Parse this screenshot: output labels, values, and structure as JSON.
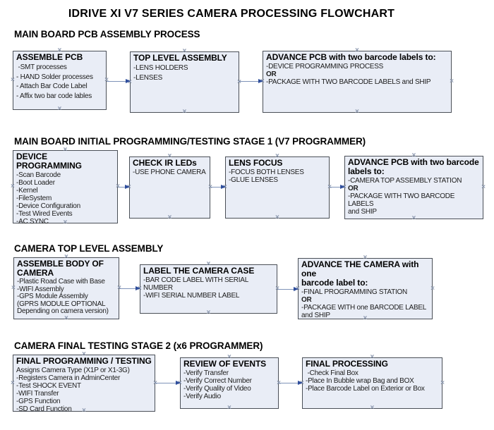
{
  "page": {
    "title": "IDRIVE XI V7 SERIES CAMERA PROCESSING FLOWCHART"
  },
  "icons": {
    "connection_point": "×",
    "arrowhead": "right-arrow-triangle"
  },
  "colors": {
    "box_fill": "#e9edf6",
    "box_border": "#4a4f57",
    "arrow_line": "#7f93b8",
    "arrow_head": "#2e4d9b",
    "handle": "#8d99af",
    "text": "#1c1c1c"
  },
  "sections": [
    {
      "heading": "MAIN BOARD PCB ASSEMBLY PROCESS",
      "boxes": [
        {
          "title": "ASSEMBLE PCB",
          "items": [
            {
              "text": " -SMT processes"
            },
            {
              "text": "- HAND Solder processes"
            },
            {
              "text": "- Attach Bar Code Label"
            },
            {
              "text": "- Affix two bar code lables"
            }
          ]
        },
        {
          "title": "TOP LEVEL ASSEMBLY",
          "items": [
            {
              "text": "-LENS HOLDERS"
            },
            {
              "text": "-LENSES"
            }
          ]
        },
        {
          "title": "ADVANCE PCB with two barcode labels to:",
          "items": [
            {
              "text": "-DEVICE PROGRAMMING PROCESS"
            },
            {
              "text": "OR",
              "bold": true
            },
            {
              "text": "-PACKAGE WITH TWO BARCODE LABELS and SHIP"
            }
          ]
        }
      ]
    },
    {
      "heading": "MAIN BOARD INITIAL PROGRAMMING/TESTING STAGE 1 (V7 PROGRAMMER)",
      "boxes": [
        {
          "title": "DEVICE PROGRAMMING",
          "items": [
            {
              "text": "-Scan Barcode"
            },
            {
              "text": "-Boot Loader"
            },
            {
              "text": "-Kernel"
            },
            {
              "text": "-FileSystem"
            },
            {
              "text": "-Device Configuration"
            },
            {
              "text": "-Test Wired Events"
            },
            {
              "text": "-AC SYNC"
            }
          ]
        },
        {
          "title": "CHECK IR LEDs",
          "items": [
            {
              "text": "-USE PHONE CAMERA"
            }
          ]
        },
        {
          "title": "LENS FOCUS",
          "items": [
            {
              "text": "-FOCUS BOTH LENSES"
            },
            {
              "text": "-GLUE LENSES"
            }
          ]
        },
        {
          "title": "ADVANCE PCB with two barcode\nlabels to:",
          "items": [
            {
              "text": "-CAMERA TOP ASSEMBLY STATION"
            },
            {
              "text": "OR",
              "bold": true
            },
            {
              "text": "-PACKAGE WITH TWO BARCODE LABELS\nand SHIP"
            }
          ]
        }
      ]
    },
    {
      "heading": "CAMERA TOP LEVEL ASSEMBLY",
      "boxes": [
        {
          "title": "ASSEMBLE BODY OF\nCAMERA",
          "items": [
            {
              "text": "-Plastic Road Case with Base"
            },
            {
              "text": "-WIFI Assembly"
            },
            {
              "text": "-GPS Module Assembly"
            },
            {
              "text": "(GPRS MODULE OPTIONAL"
            },
            {
              "text": "Depending on camera version)"
            }
          ]
        },
        {
          "title": "LABEL THE CAMERA CASE",
          "items": [
            {
              "text": "-BAR CODE LABEL WITH SERIAL NUMBER"
            },
            {
              "text": "-WIFI SERIAL NUMBER LABEL"
            }
          ]
        },
        {
          "title": "ADVANCE THE CAMERA with one\nbarcode label to:",
          "items": [
            {
              "text": "-FINAL PROGRAMMING STATION"
            },
            {
              "text": "OR",
              "bold": true
            },
            {
              "text": "-PACKAGE WITH one BARCODE LABEL\nand SHIP"
            }
          ]
        }
      ]
    },
    {
      "heading": "CAMERA FINAL TESTING STAGE 2 (x6 PROGRAMMER)",
      "boxes": [
        {
          "title": "FINAL PROGRAMMING / TESTING",
          "items": [
            {
              "text": "Assigns Camera Type (X1P or X1-3G)"
            },
            {
              "text": "-Registers Camera in AdminCenter"
            },
            {
              "text": "-Test SHOCK EVENT"
            },
            {
              "text": "-WIFI Transfer"
            },
            {
              "text": "-GPS Function"
            },
            {
              "text": "-SD Card Function"
            }
          ]
        },
        {
          "title": "REVIEW OF EVENTS",
          "items": [
            {
              "text": "-Verify Transfer"
            },
            {
              "text": "-Verify Correct Number"
            },
            {
              "text": "-Verify Quality of Video"
            },
            {
              "text": "-Verify Audio"
            }
          ]
        },
        {
          "title": "FINAL PROCESSING",
          "items": [
            {
              "text": " -Check Final Box"
            },
            {
              "text": "-Place In Bubble wrap Bag and BOX"
            },
            {
              "text": "-Place Barcode Label on Exterior or Box"
            }
          ]
        }
      ]
    }
  ]
}
